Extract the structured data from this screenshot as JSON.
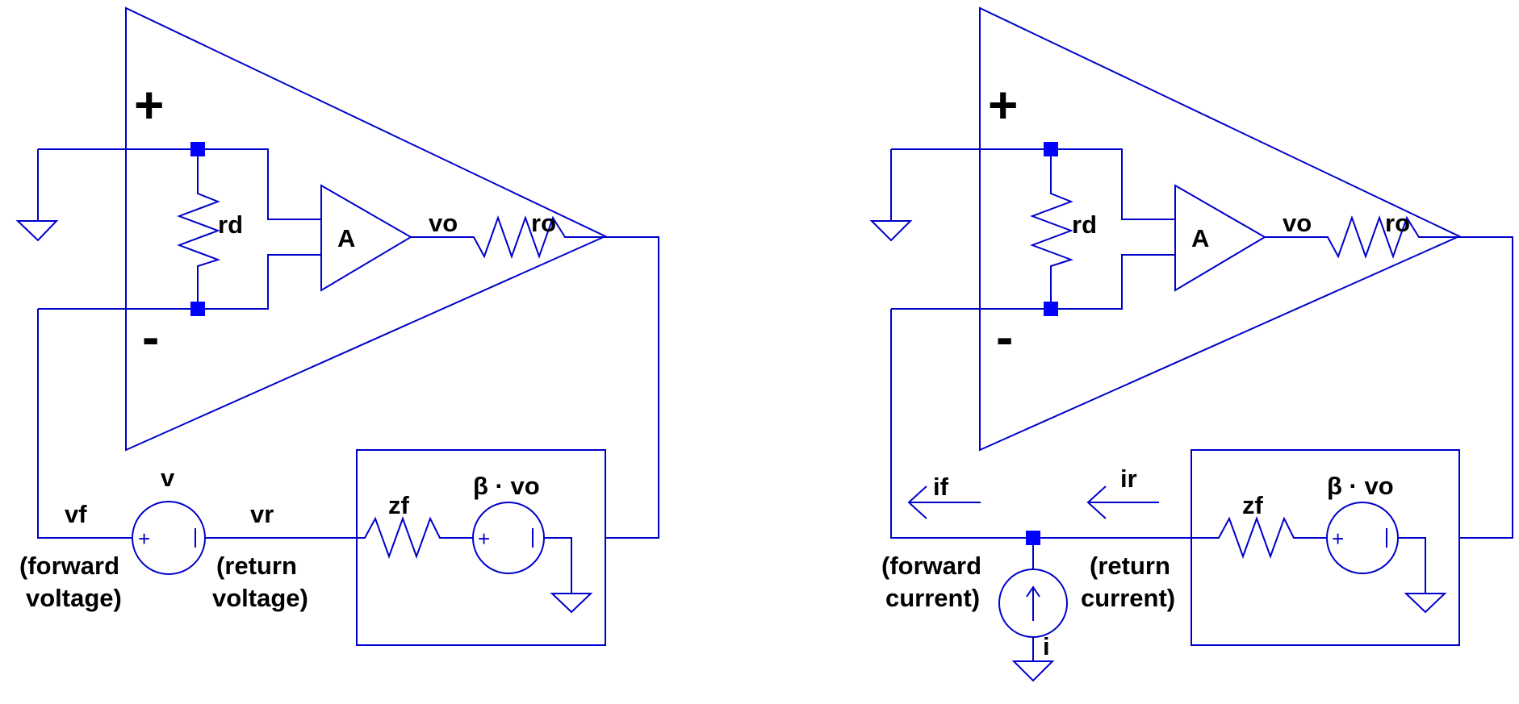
{
  "colors": {
    "wire": "#0000cc",
    "node": "#0000ff",
    "text": "#000000",
    "background": "#ffffff"
  },
  "voltage_circuit": {
    "plus": "+",
    "minus": "-",
    "rd": "rd",
    "gain": "A",
    "vo": "vo",
    "ro": "ro",
    "source_name": "v",
    "vf": "vf",
    "vr": "vr",
    "zf": "zf",
    "beta_source": "β · vo",
    "forward_line1": "(forward",
    "forward_line2": "voltage)",
    "return_line1": "(return",
    "return_line2": "voltage)"
  },
  "current_circuit": {
    "plus": "+",
    "minus": "-",
    "rd": "rd",
    "gain": "A",
    "vo": "vo",
    "ro": "ro",
    "if_label": "if",
    "ir_label": "ir",
    "zf": "zf",
    "beta_source": "β · vo",
    "forward_line1": "(forward",
    "forward_line2": "current)",
    "return_line1": "(return",
    "return_line2": "current)",
    "source_name": "i"
  }
}
